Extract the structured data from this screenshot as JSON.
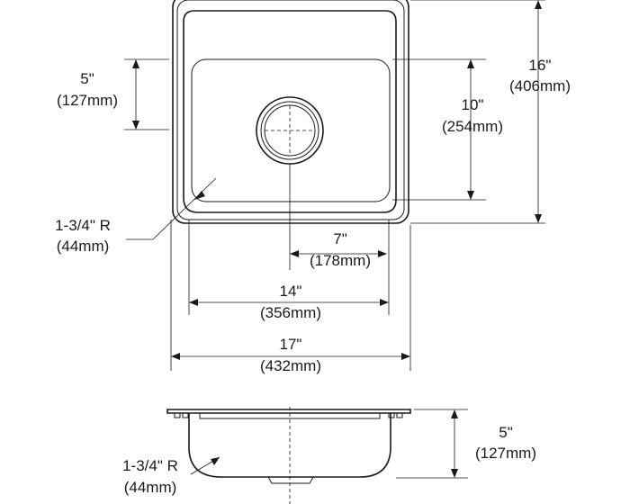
{
  "diagram": {
    "top_view": {
      "overall_depth": {
        "inch": "16\"",
        "mm": "(406mm)"
      },
      "bowl_depth": {
        "inch": "10\"",
        "mm": "(254mm)"
      },
      "faucet_ledge": {
        "inch": "5\"",
        "mm": "(127mm)"
      },
      "corner_radius": {
        "inch": "1-3/4\" R",
        "mm": "(44mm)"
      },
      "drain_offset": {
        "inch": "7\"",
        "mm": "(178mm)"
      },
      "bowl_width": {
        "inch": "14\"",
        "mm": "(356mm)"
      },
      "overall_width": {
        "inch": "17\"",
        "mm": "(432mm)"
      }
    },
    "side_view": {
      "bowl_height": {
        "inch": "5\"",
        "mm": "(127mm)"
      },
      "bottom_radius": {
        "inch": "1-3/4\" R",
        "mm": "(44mm)"
      }
    }
  }
}
